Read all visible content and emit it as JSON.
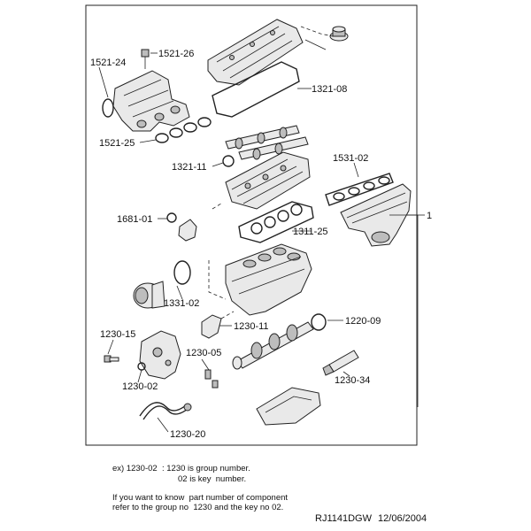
{
  "callouts": {
    "c1521_24": "1521-24",
    "c1521_26": "1521-26",
    "c1321_08": "1321-08",
    "c1521_25": "1521-25",
    "c1321_11": "1321-11",
    "c1531_02": "1531-02",
    "c1681_01": "1681-01",
    "c1311_25": "1311-25",
    "c1331_02": "1331-02",
    "c1220_09": "1220-09",
    "c1230_15": "1230-15",
    "c1230_11": "1230-11",
    "c1230_05": "1230-05",
    "c1230_02": "1230-02",
    "c1230_34": "1230-34",
    "c1230_20": "1230-20",
    "c1": "1"
  },
  "notes": {
    "example_line1": "ex) 1230-02  : 1230 is group number.",
    "example_line2": "02 is key  number.",
    "instruction_line1": "If you want to know  part number of component",
    "instruction_line2": "refer to the group no  1230 and the key no 02."
  },
  "footer": {
    "code": "RJ1141DGW",
    "date": "12/06/2004"
  }
}
